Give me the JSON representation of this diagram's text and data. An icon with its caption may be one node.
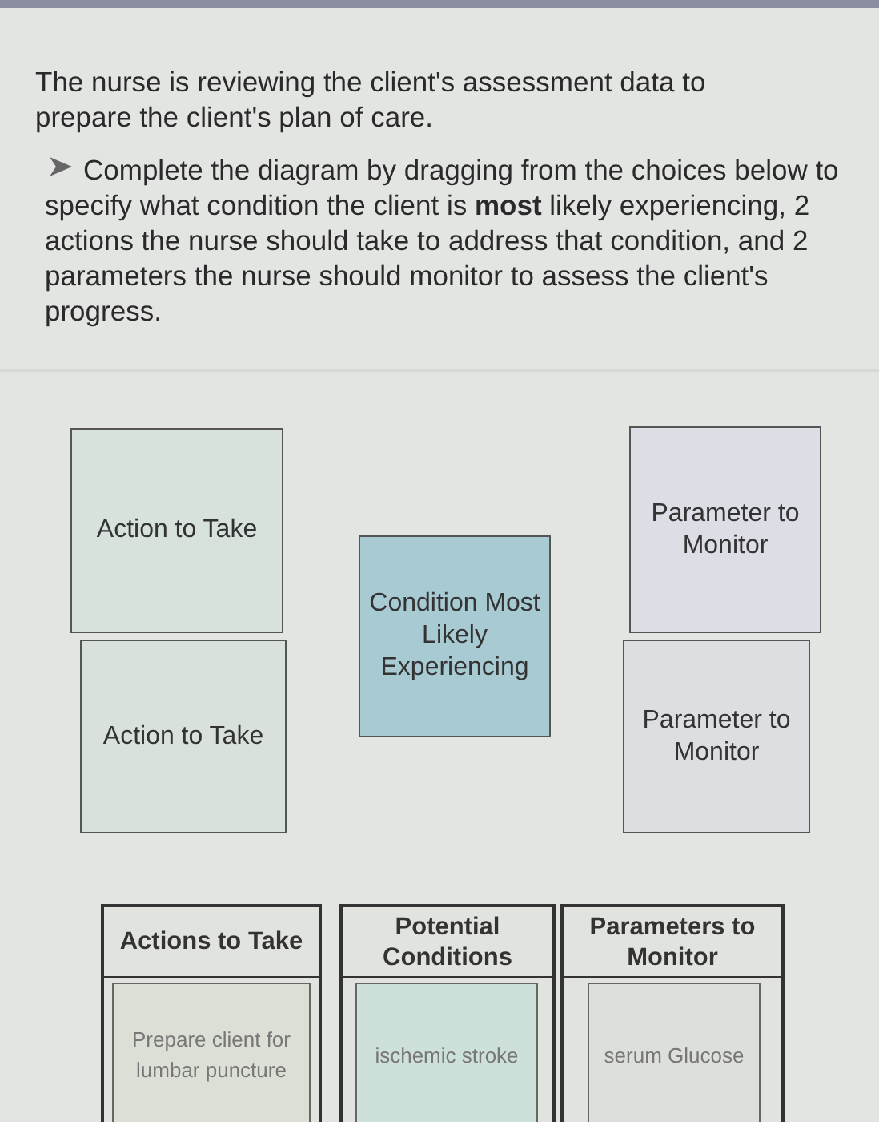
{
  "diagram": {
    "nodes": [
      {
        "text": [
          "Action to Take"
        ]
      },
      {
        "text": [
          "Parameter to Monitor"
        ]
      },
      {
        "text": [
          "Condition Most Likely Experiencing"
        ]
      },
      {
        "text": [
          "Action to Take"
        ]
      },
      {
        "text": [
          "Parameter to Monitor"
        ]
      },
      {
        "text": [
          "Actions to Take"
        ]
      },
      {
        "text": [
          "Prepare client for lumbar puncture"
        ],
        "in": 5
      },
      {
        "text": [
          "Potential Conditions"
        ]
      },
      {
        "text": [
          "ischemic stroke"
        ],
        "in": 7
      },
      {
        "text": [
          "Parameters to Monitor"
        ]
      },
      {
        "text": [
          "serum Glucose"
        ],
        "in": 9
      }
    ],
    "edges": [],
    "labels": [
      "The nurse is reviewing the client's assessment data to prepare the client's plan of care.",
      "Complete the diagram by dragging from the choices below to specify what condition the client is **most** likely experiencing, 2 actions the nurse should take to address that condition, and 2 parameters the nurse should monitor to assess the client's progress."
    ]
  }
}
